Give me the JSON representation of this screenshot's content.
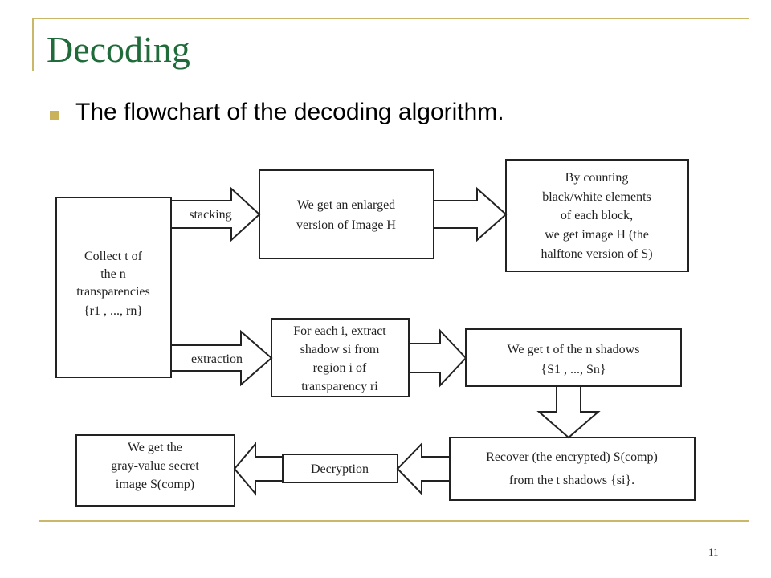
{
  "slide": {
    "title": "Decoding",
    "bullet": "The flowchart of the decoding algorithm.",
    "page_number": "11"
  },
  "flowchart": {
    "collect": {
      "line1": "Collect t of",
      "line2": "the  n",
      "line3": "transparencies",
      "line4": "{r1 , ..., rn}"
    },
    "stacking_label": "stacking",
    "enlarged": {
      "line1": "We get an enlarged",
      "line2": "version of Image H"
    },
    "counting": {
      "line1": "By counting",
      "line2": "black/white elements",
      "line3": "of each block,",
      "line4": "we get image H (the",
      "line5": "halftone version of S)"
    },
    "extraction_label": "extraction",
    "extract": {
      "line1": "For each i, extract",
      "line2": "shadow  si from",
      "line3": "region i of",
      "line4": "transparency ri"
    },
    "shadows": {
      "line1": "We get t of the n shadows",
      "line2": "{S1 , ..., Sn}"
    },
    "recover": {
      "line1": "Recover (the encrypted) S(comp)",
      "line2": "from the t shadows {si}."
    },
    "decryption_label": "Decryption",
    "secret": {
      "line1": "We get the",
      "line2": "gray-value secret",
      "line3": "image S(comp)"
    }
  }
}
